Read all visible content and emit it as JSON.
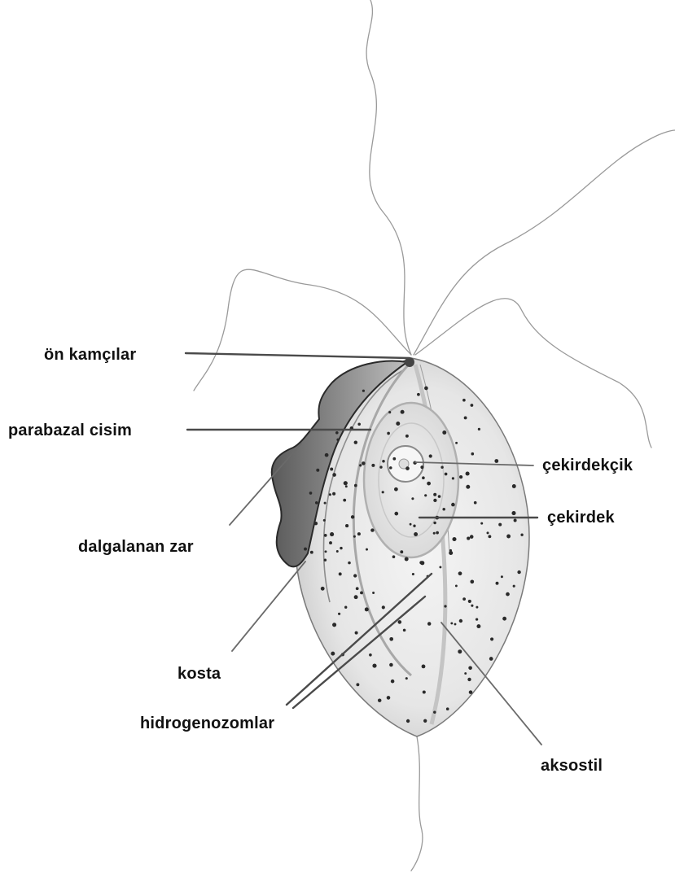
{
  "diagram": {
    "labels": {
      "on_kamcilar": "ön kamçılar",
      "parabazal_cisim": "parabazal cisim",
      "cekirdekcik": "çekirdekçik",
      "cekirdek": "çekirdek",
      "dalgalanan_zar": "dalgalanan zar",
      "kosta": "kosta",
      "hidrogenozomlar": "hidrogenozomlar",
      "aksostil": "aksostil"
    },
    "colors": {
      "background": "#ffffff",
      "text": "#111111",
      "leader": "#4a4a4a",
      "outline": "#777777",
      "membrane": "#3a3a3a",
      "dots": "#2a2a2a"
    }
  }
}
